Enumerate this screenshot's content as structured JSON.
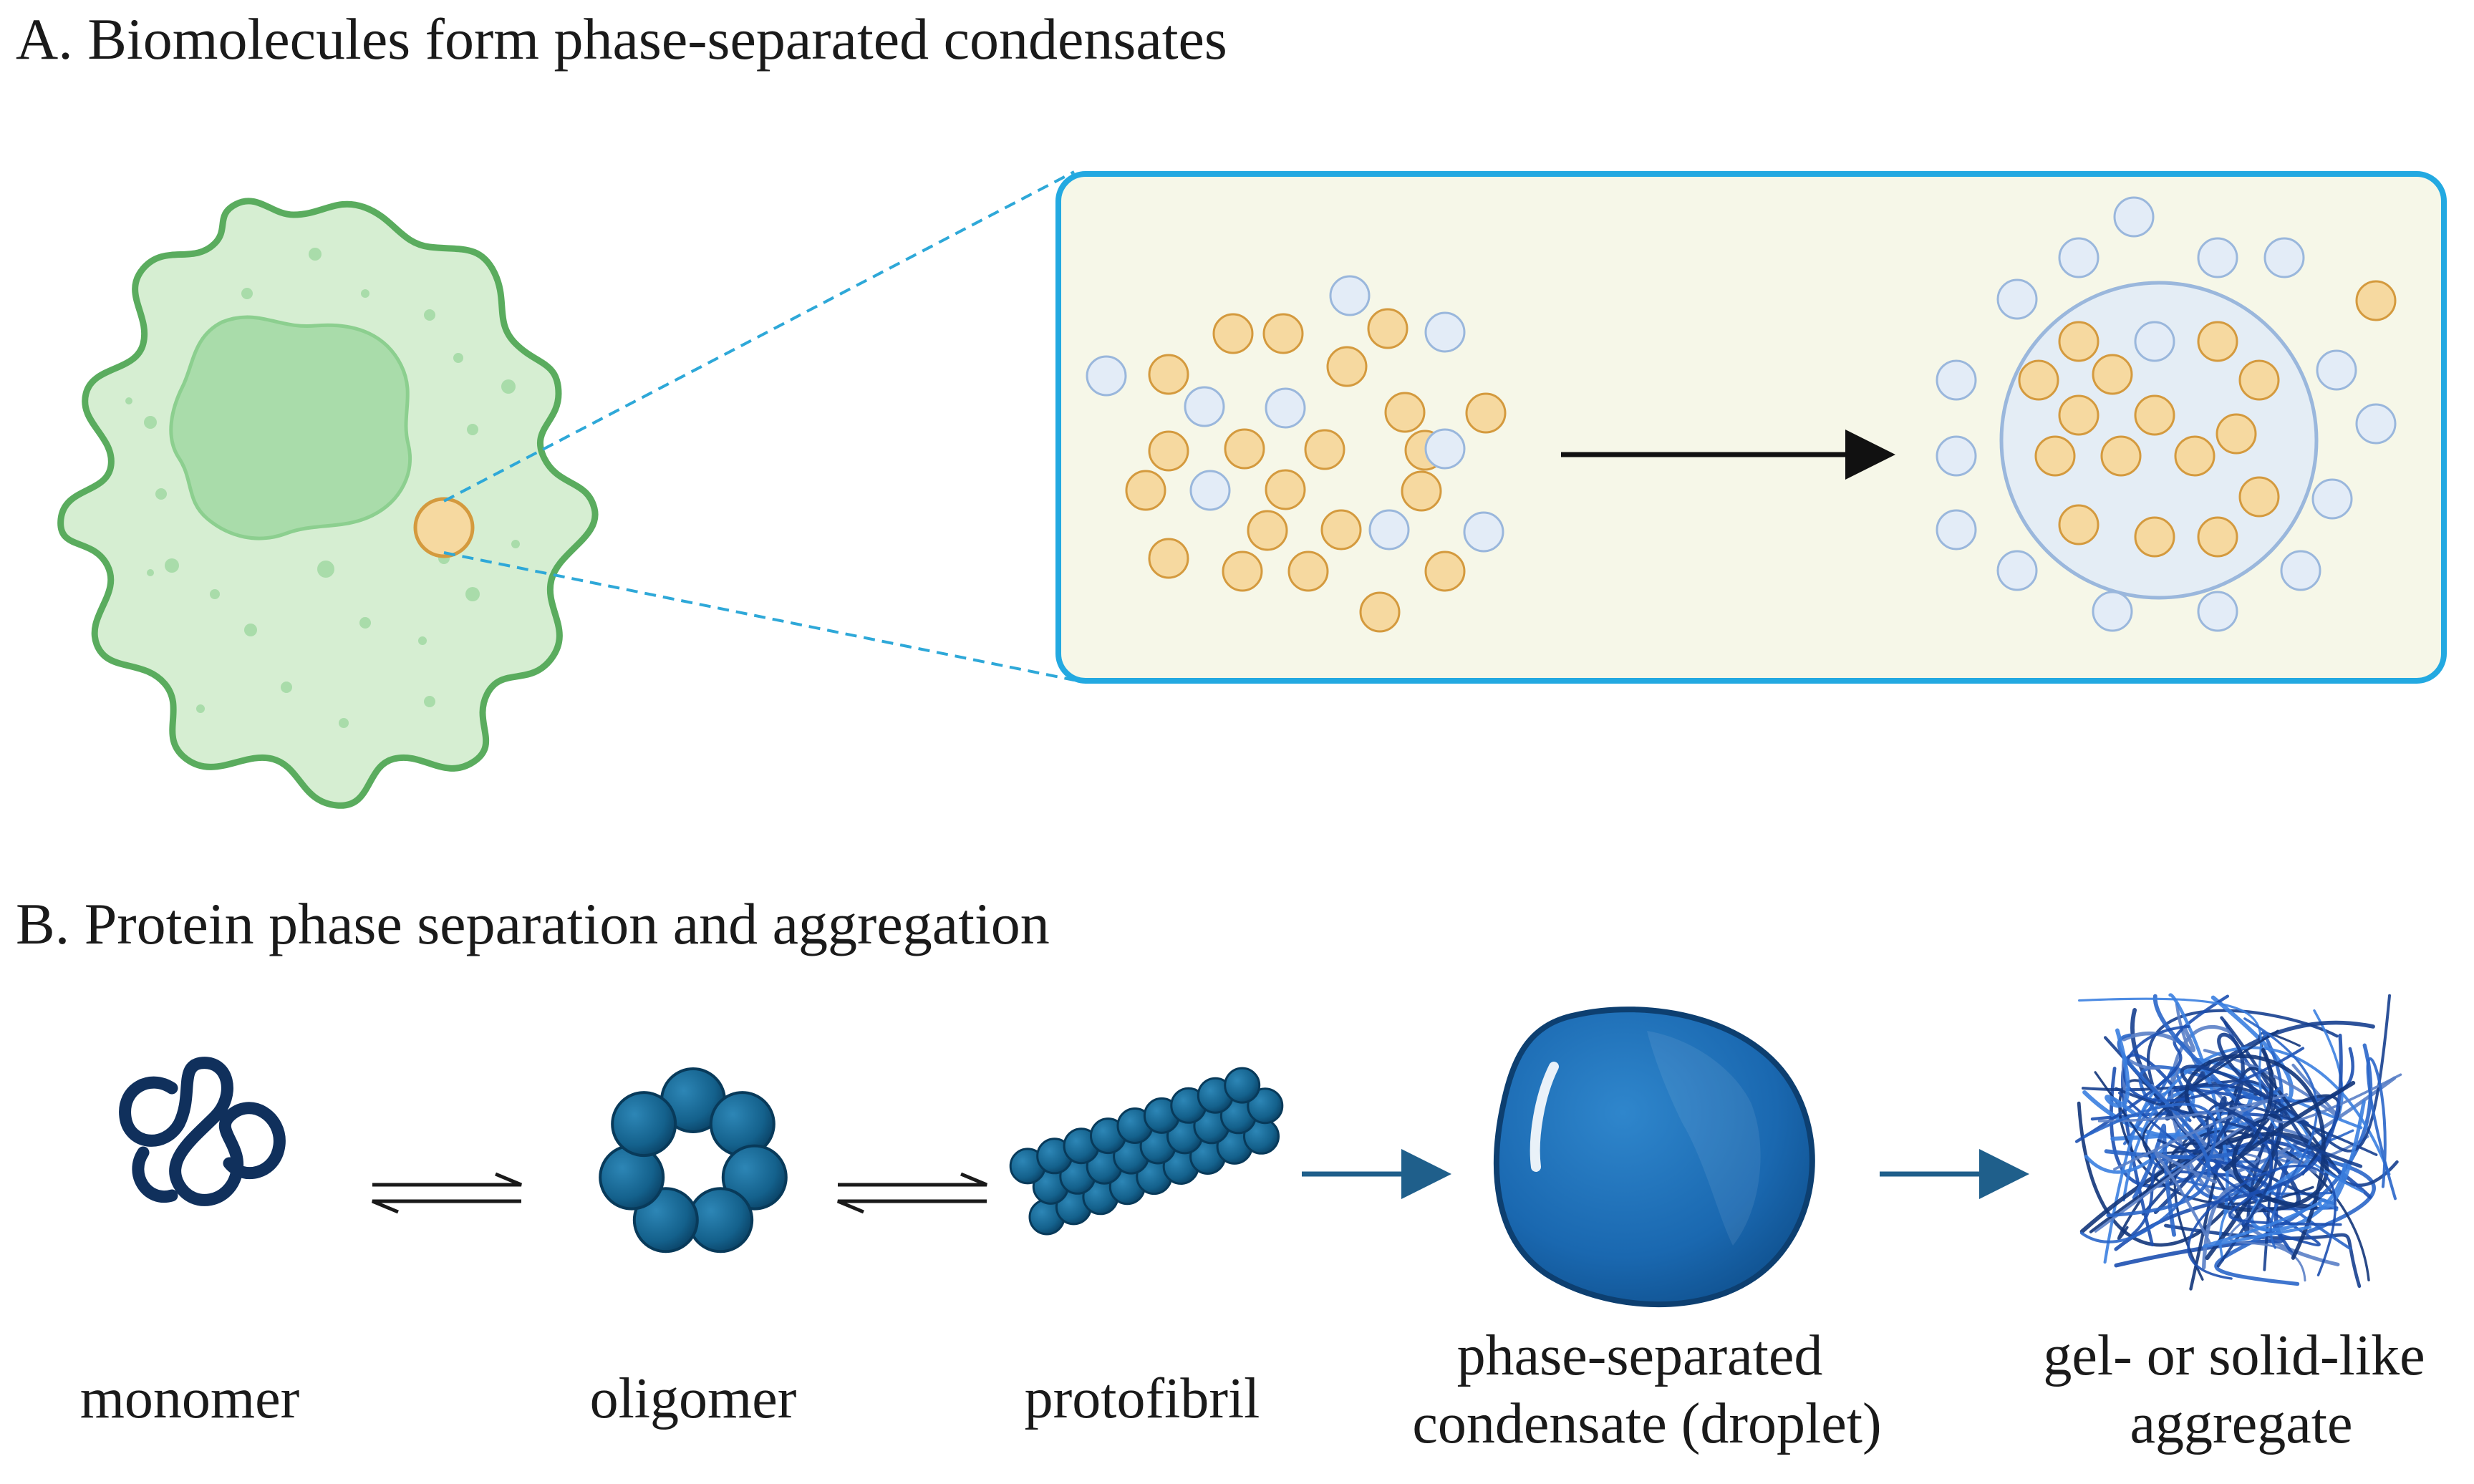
{
  "panel_a": {
    "title": "A.  Biomolecules form phase-separated condensates"
  },
  "panel_b": {
    "title": "B.  Protein phase separation and aggregation",
    "steps": [
      {
        "label_lines": [
          "monomer"
        ]
      },
      {
        "label_lines": [
          "oligomer"
        ]
      },
      {
        "label_lines": [
          "protofibril"
        ]
      },
      {
        "label_lines": [
          "phase-separated",
          "condensate (droplet)"
        ]
      },
      {
        "label_lines": [
          "gel- or solid-like",
          "aggregate"
        ]
      }
    ]
  },
  "colors": {
    "cell_outline": "#5aac5e",
    "cell_fill": "#d6eed2",
    "nucleus_fill": "#a9dcaa",
    "zoom_line": "#2ea8d8",
    "box_border": "#23a9e1",
    "box_fill": "#f6f7e8",
    "protein_fill": "#f6d9a0",
    "protein_stroke": "#d49a3e",
    "rna_fill": "#e3ecf7",
    "rna_stroke": "#9ab7dc",
    "droplet_region": "#e4edf5",
    "protein_dark": "#10305c",
    "oligomer_blue": "#14618c",
    "droplet_blue": "#1a68b0",
    "arrow_blue": "#1f5f8b",
    "aggregate_blue": "#1c4fb0"
  }
}
